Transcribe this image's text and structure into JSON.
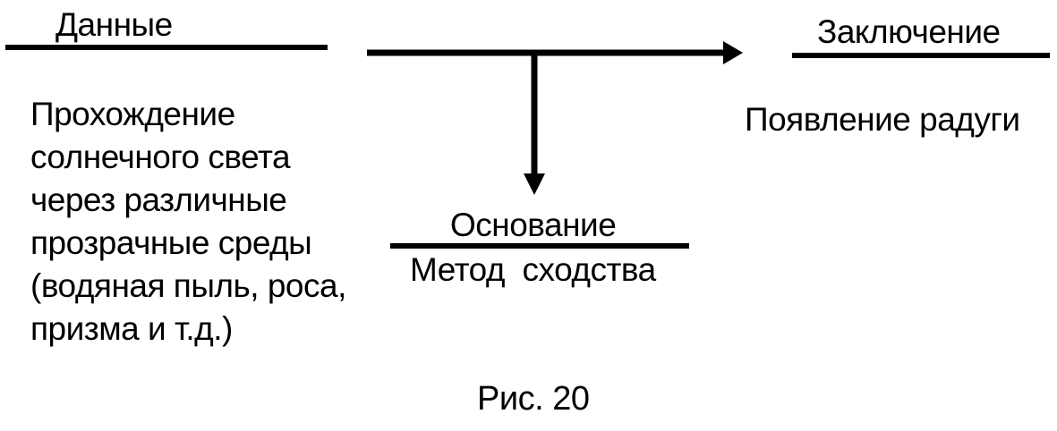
{
  "diagram": {
    "data": {
      "heading": "Данные",
      "lines": [
        "Прохождение",
        "солнечного света",
        "через различные",
        "прозрачные среды",
        "(водяная пыль, роса,",
        "призма и т.д.)"
      ]
    },
    "conclusion": {
      "heading": "Заключение",
      "text": "Появление радуги"
    },
    "basis": {
      "heading": "Основание",
      "text": "Метод  сходства"
    },
    "caption": "Рис. 20"
  },
  "colors": {
    "ink": "#000000",
    "background": "#ffffff"
  }
}
